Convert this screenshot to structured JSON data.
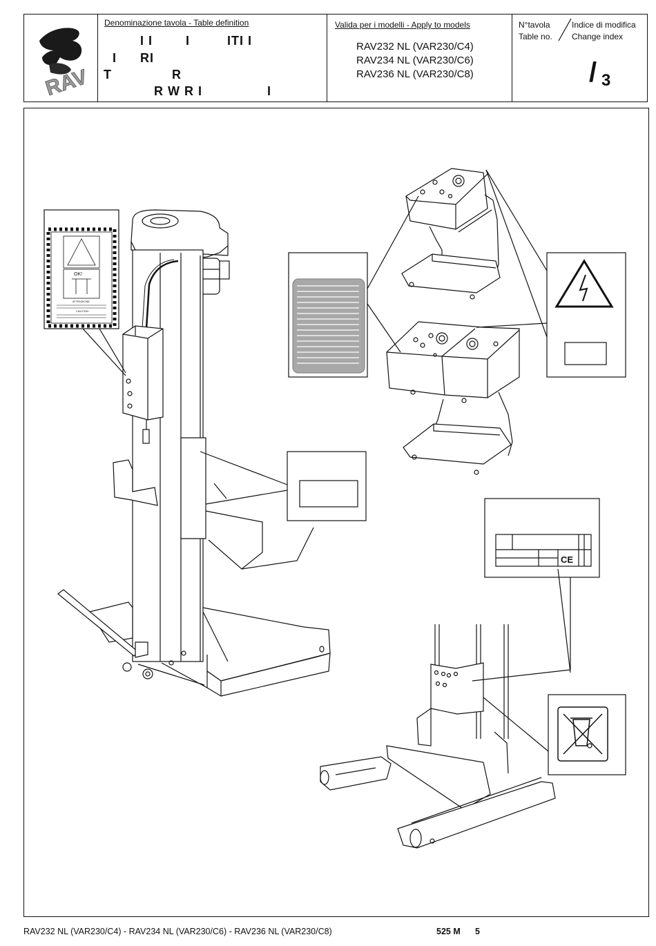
{
  "header": {
    "definition_heading": "Denominazione tavola - Table definition",
    "title_fragments": [
      "I  I",
      "I",
      "ITI  I",
      "I",
      "RI",
      "T",
      "R",
      "R W  R  I",
      "I"
    ],
    "models_heading": "Valida per i modelli - Apply to models",
    "models": [
      "RAV232 NL (VAR230/C4)",
      "RAV234 NL (VAR230/C6)",
      "RAV236 NL (VAR230/C8)"
    ],
    "table_no_it": "N°tavola",
    "table_no_en": "Table no.",
    "change_index_it": "Indice di modifica",
    "change_index_en": "Change index",
    "table_slash": "/",
    "table_index": "3",
    "logo_text": "RAV"
  },
  "label_texts": {
    "ok": "OK!",
    "attention": "ATTENZIONE",
    "caution": "CAUTION",
    "ce": "CE"
  },
  "footer": {
    "models_line": "RAV232 NL (VAR230/C4) - RAV234 NL (VAR230/C6) - RAV236 NL (VAR230/C8)",
    "doc_code": "525 M",
    "page": "5"
  }
}
